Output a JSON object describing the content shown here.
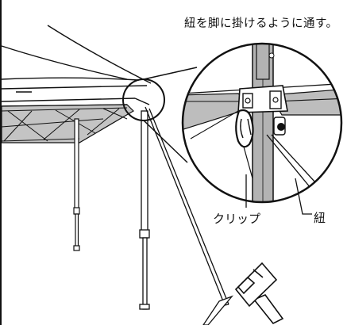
{
  "caption": "紐を脚に掛けるように通す。",
  "labels": {
    "clip": "クリップ",
    "cord": "紐"
  },
  "colors": {
    "line": "#111111",
    "shade": "#bdbdbd",
    "pole": "#b3b3b3",
    "background": "#ffffff"
  },
  "icons": [
    "hammer-icon",
    "carabiner-clip-icon"
  ]
}
